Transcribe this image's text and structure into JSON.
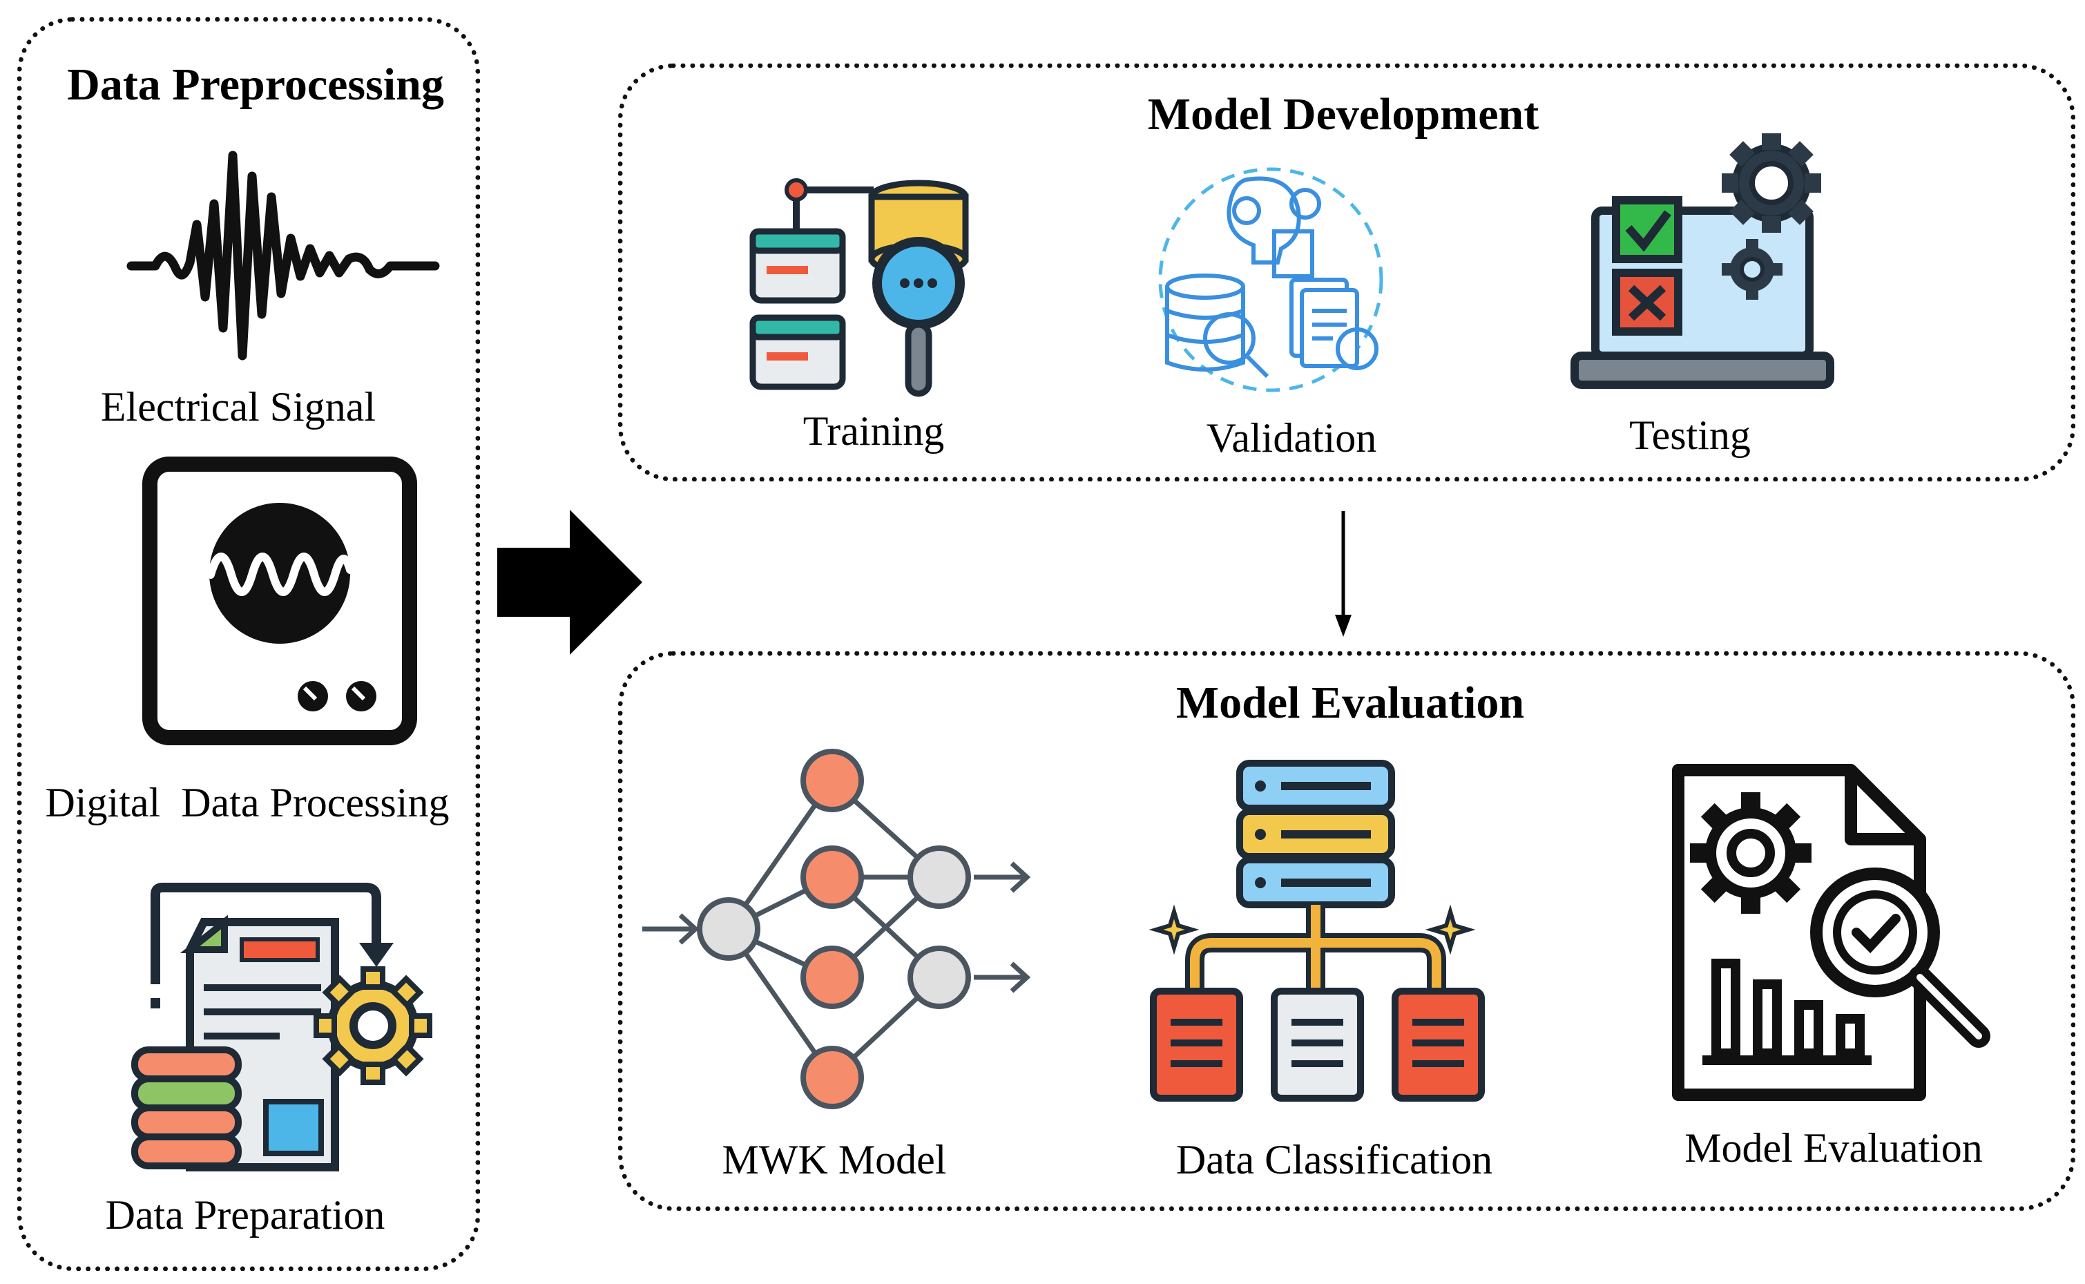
{
  "preprocessing": {
    "title": "Data Preprocessing",
    "items": [
      "Electrical Signal",
      "Digital  Data Processing",
      "Data Preparation"
    ]
  },
  "development": {
    "title": "Model Development",
    "items": [
      "Training",
      "Validation",
      "Testing"
    ]
  },
  "evaluation": {
    "title": "Model Evaluation",
    "items": [
      "MWK Model",
      "Data Classification",
      "Model Evaluation"
    ]
  },
  "colors": {
    "salmon": "#f58d6d",
    "red": "#f05a3c",
    "yellow": "#f2c94c",
    "blue": "#4db6e8",
    "green": "#8fc464",
    "teal": "#33b8a8",
    "dark": "#1e2a36"
  }
}
